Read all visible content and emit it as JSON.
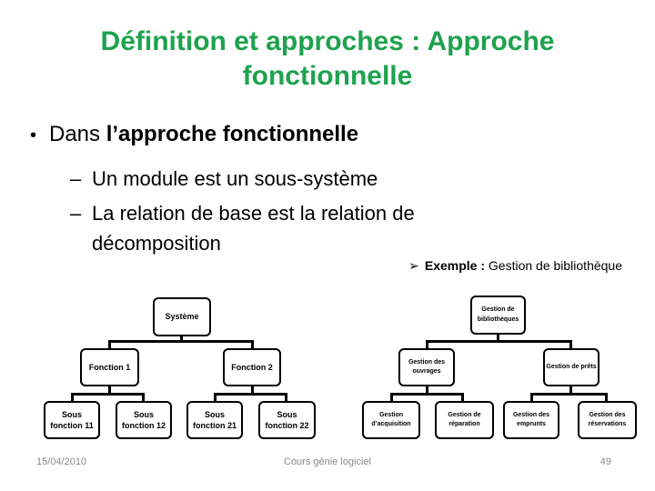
{
  "slide": {
    "title": "Définition et approches : Approche fonctionnelle",
    "markers": {
      "bullet": "•",
      "dash": "–",
      "dash2": "–",
      "arrow": "➢"
    },
    "bullet": {
      "prefix": "Dans ",
      "bold": "l’approche fonctionnelle"
    },
    "sub_bullets": [
      "Un module est un sous-système",
      "La relation de base est la relation de décomposition"
    ],
    "example": {
      "bold": "Exemple :",
      "text": " Gestion de bibliothèque"
    },
    "footer": {
      "date": "15/04/2010",
      "center": "Cours génie logiciel",
      "page": "49"
    },
    "colors": {
      "title_green": "#1ea24e",
      "body_text": "#000000",
      "footer_gray": "#898989"
    }
  },
  "trees": {
    "generic": {
      "root": "Système",
      "children": [
        "Fonction 1",
        "Fonction 2"
      ],
      "leaves": [
        "Sous fonction 11",
        "Sous fonction 12",
        "Sous fonction 21",
        "Sous fonction 22"
      ]
    },
    "library": {
      "root": "Gestion de bibliothèques",
      "children": [
        "Gestion des ouvrages",
        "Gestion de prêts"
      ],
      "leaves": [
        "Gestion d’acquisition",
        "Gestion de réparation",
        "Gestion des emprunts",
        "Gestion des réservations"
      ]
    }
  }
}
